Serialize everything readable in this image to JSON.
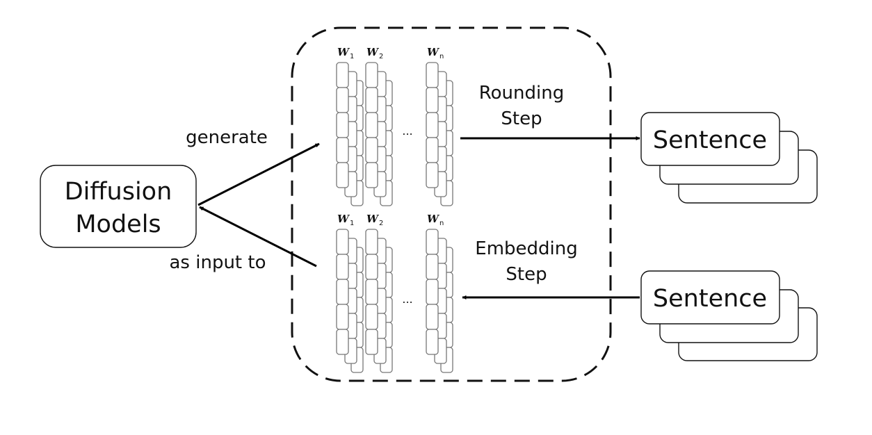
{
  "diffusion_models": {
    "line1": "Diffusion",
    "line2": "Models"
  },
  "edges": {
    "generate": "generate",
    "as_input_to": "as input to",
    "rounding": {
      "line1": "Rounding",
      "line2": "Step"
    },
    "embedding": {
      "line1": "Embedding",
      "line2": "Step"
    }
  },
  "sentence_top": "Sentence",
  "sentence_bottom": "Sentence",
  "vectors": {
    "symbol": "W",
    "subscripts": [
      "1",
      "2",
      "n"
    ],
    "ellipsis": "..."
  }
}
